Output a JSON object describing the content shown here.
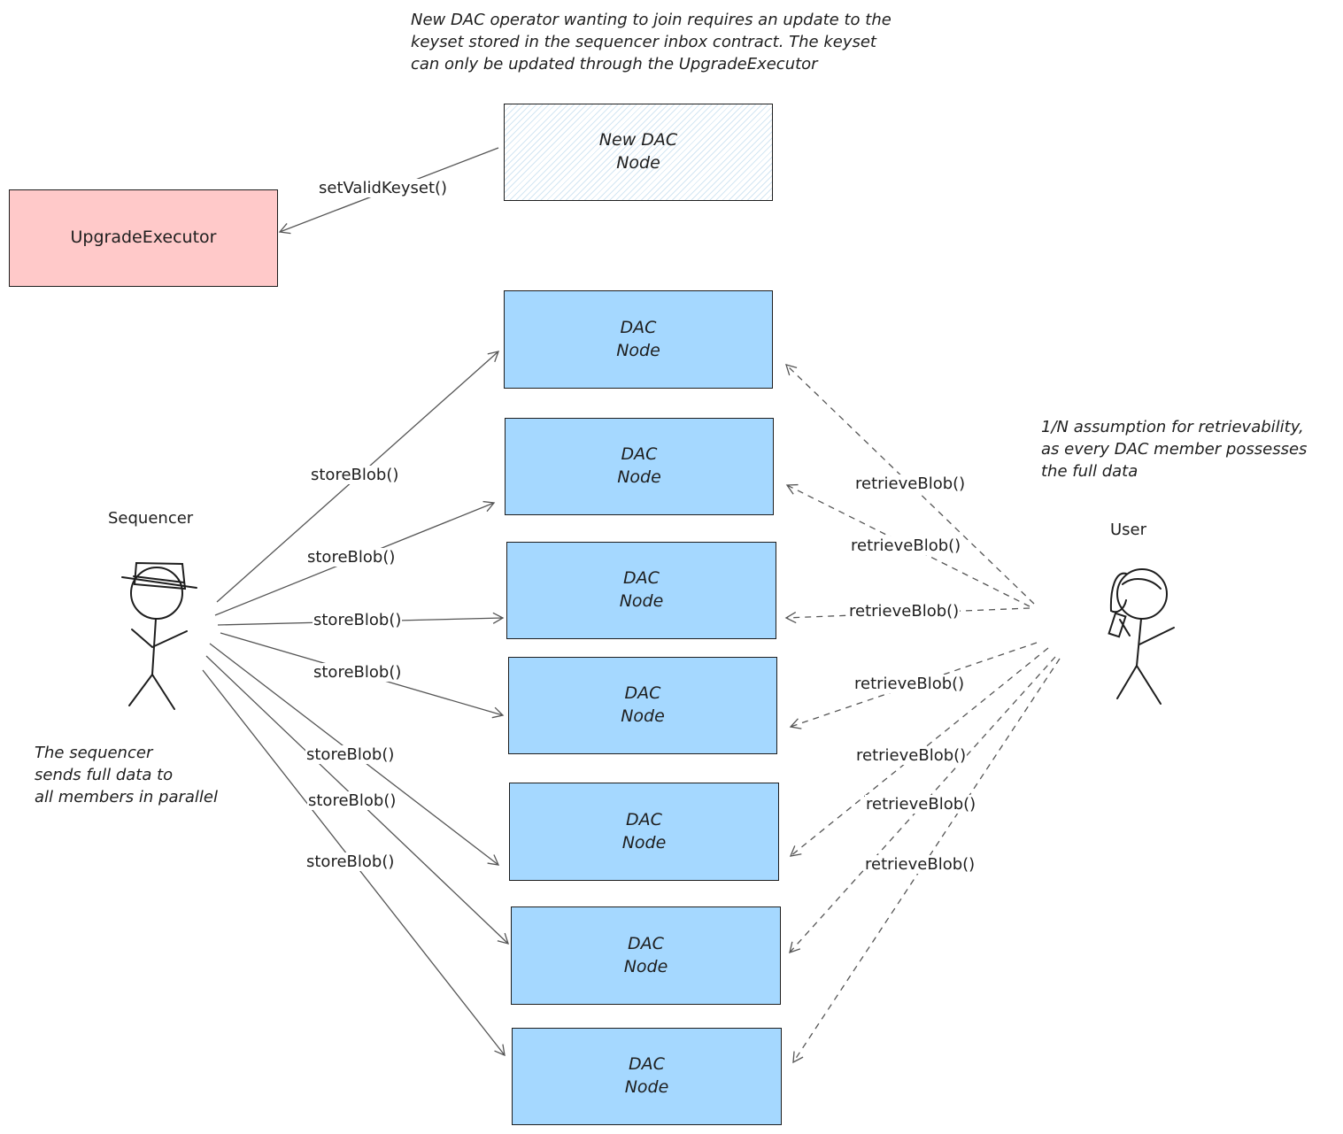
{
  "notes": {
    "top": "New DAC operator wanting to join requires an update to the\nkeyset stored in the sequencer inbox contract. The keyset\ncan only be updated through the UpgradeExecutor",
    "right": "1/N assumption for retrievability,\nas every DAC member possesses\nthe full data",
    "left": "The sequencer\nsends full data to\nall members in parallel"
  },
  "nodes": {
    "new_dac": "New DAC\nNode",
    "upgrade_executor": "UpgradeExecutor",
    "dac_nodes": [
      "DAC\nNode",
      "DAC\nNode",
      "DAC\nNode",
      "DAC\nNode",
      "DAC\nNode",
      "DAC\nNode",
      "DAC\nNode"
    ]
  },
  "actors": {
    "sequencer": "Sequencer",
    "user": "User"
  },
  "edges": {
    "set_keyset": "setValidKeyset()",
    "store": [
      "storeBlob()",
      "storeBlob()",
      "storeBlob()",
      "storeBlob()",
      "storeBlob()",
      "storeBlob()",
      "storeBlob()"
    ],
    "retrieve": [
      "retrieveBlob()",
      "retrieveBlob()",
      "retrieveBlob()",
      "retrieveBlob()",
      "retrieveBlob()",
      "retrieveBlob()",
      "retrieveBlob()"
    ]
  },
  "colors": {
    "dac_fill": "#a5d8ff",
    "executor_fill": "#ffc9c9",
    "stroke": "#1e1e1e",
    "edge": "#555555"
  }
}
